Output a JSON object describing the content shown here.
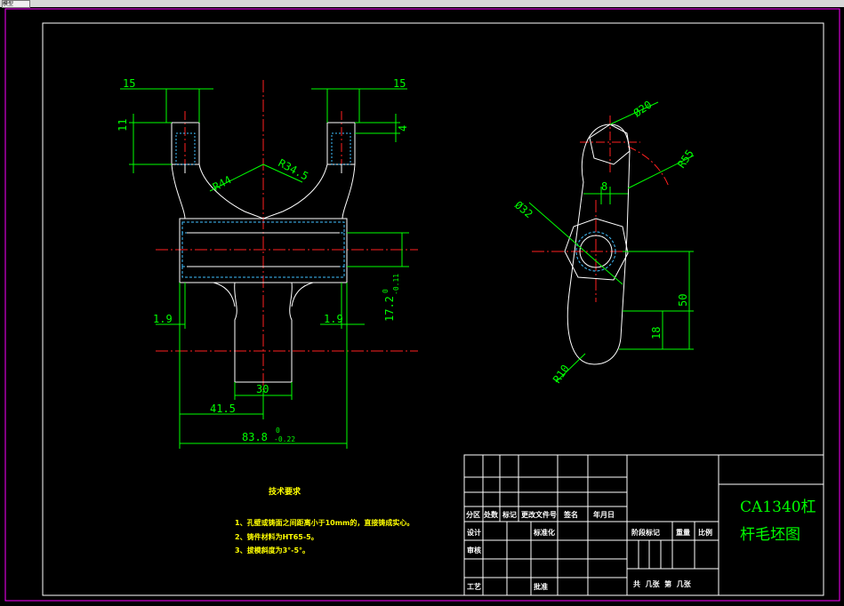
{
  "window": {
    "tab_label": "模型"
  },
  "drawing": {
    "front_view": {
      "dims": {
        "top_left_width": "15",
        "top_right_width": "15",
        "left_height": "11",
        "right_height": "4",
        "radius_left": "R44",
        "radius_right": "R34.5",
        "left_offset": "1.9",
        "right_offset": "1.9",
        "bore_height": "17.2",
        "bore_tol_upper": "0",
        "bore_tol_lower": "-0.11",
        "stem_width": "30",
        "half_width": "41.5",
        "total_width": "83.8",
        "total_tol_upper": "0",
        "total_tol_lower": "-0.22"
      }
    },
    "side_view": {
      "dims": {
        "top_diameter": "Ø20",
        "radius": "R55",
        "hub_diameter": "Ø32",
        "offset": "8",
        "height": "50",
        "lower": "18",
        "bottom_radius": "R10"
      }
    },
    "notes": {
      "title": "技术要求",
      "items": [
        "1、孔壁或铸面之间距离小于10mm的，直接铸成实心。",
        "2、铸件材料为HT65-5。",
        "3、拔模斜度为3°-5°。"
      ]
    }
  },
  "title_block": {
    "part_name_line1": "CA1340杠",
    "part_name_line2": "杆毛坯图",
    "row_headers": [
      "分区",
      "处数",
      "标记",
      "更改文件号",
      "签名",
      "年月日"
    ],
    "design_label": "设计",
    "standard_label": "标准化",
    "stage_label": "阶段标记",
    "weight_label": "重量",
    "scale_label": "比例",
    "check_label": "审核",
    "craft_label": "工艺",
    "approve_label": "批准",
    "sheets_text": "共  几张  第  几张"
  }
}
